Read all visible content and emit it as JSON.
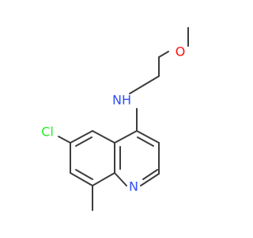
{
  "colors": {
    "bond": "#3c3c3c",
    "carbon_label": "#3c3c3c",
    "nitrogen": "#3050f8",
    "oxygen": "#ff0d0d",
    "chlorine": "#1ff01f",
    "background": "#ffffff"
  },
  "atoms": {
    "ring_nitrogen": "N",
    "amine": "NH",
    "chloro": "Cl",
    "methoxy_oxygen": "O"
  }
}
